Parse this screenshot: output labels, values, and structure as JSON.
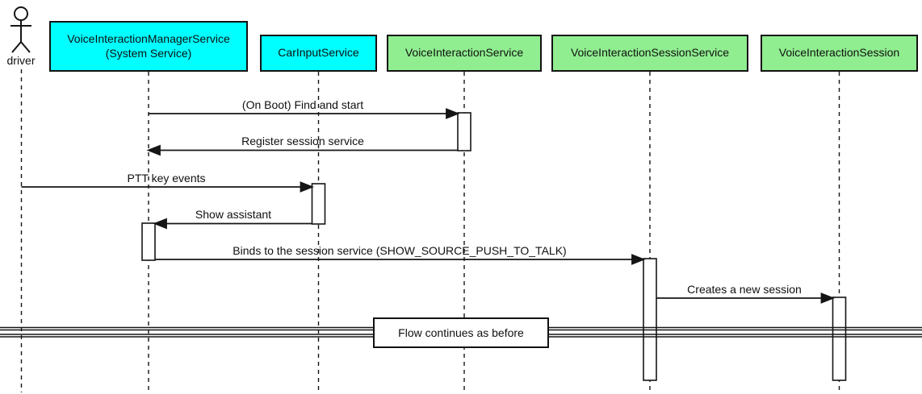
{
  "diagram": {
    "type": "uml-sequence-diagram",
    "actor": {
      "name": "driver"
    },
    "participants": [
      {
        "label": "VoiceInteractionManagerService\n(System Service)",
        "color": "#00ffff"
      },
      {
        "label": "CarInputService",
        "color": "#00ffff"
      },
      {
        "label": "VoiceInteractionService",
        "color": "#90ee90"
      },
      {
        "label": "VoiceInteractionSessionService",
        "color": "#90ee90"
      },
      {
        "label": "VoiceInteractionSession",
        "color": "#90ee90"
      }
    ],
    "messages": [
      {
        "text": "(On Boot) Find and start",
        "from": "VoiceInteractionManagerService (System Service)",
        "to": "VoiceInteractionService"
      },
      {
        "text": "Register session service",
        "from": "VoiceInteractionService",
        "to": "VoiceInteractionManagerService (System Service)"
      },
      {
        "text": "PTT key events",
        "from": "driver",
        "to": "CarInputService"
      },
      {
        "text": "Show assistant",
        "from": "CarInputService",
        "to": "VoiceInteractionManagerService (System Service)"
      },
      {
        "text": "Binds to the session service (SHOW_SOURCE_PUSH_TO_TALK)",
        "from": "VoiceInteractionManagerService (System Service)",
        "to": "VoiceInteractionSessionService"
      },
      {
        "text": "Creates a new session",
        "from": "VoiceInteractionSessionService",
        "to": "VoiceInteractionSession"
      }
    ],
    "divider": {
      "label": "Flow continues as before"
    },
    "colors": {
      "line": "#151515",
      "background": "#ffffff",
      "participant_cyan": "#00ffff",
      "participant_green": "#90ee90",
      "activation_fill": "#ffffff"
    }
  }
}
